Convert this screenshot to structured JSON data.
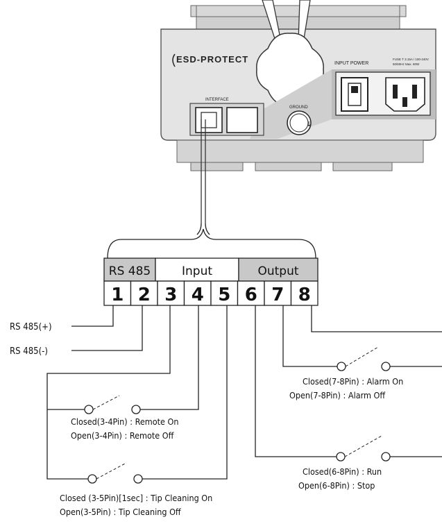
{
  "device": {
    "brand": "ESD-PROTECT",
    "input_power_label": "INPUT POWER",
    "power_spec_line1": "FUSE T 3.15A / 100-240V",
    "power_spec_line2": "50/60Hz Max. 80W",
    "interface_label": "INTERFACE",
    "ground_label": "GROUND"
  },
  "terminal": {
    "groups": [
      "RS 485",
      "Input",
      "Output"
    ],
    "pins": [
      "1",
      "2",
      "3",
      "4",
      "5",
      "6",
      "7",
      "8"
    ]
  },
  "wiring": {
    "rs485_plus": "RS 485(+)",
    "rs485_minus": "RS 485(-)",
    "remote_closed": "Closed(3-4Pin) : Remote On",
    "remote_open": "Open(3-4Pin) : Remote Off",
    "tip_closed": "Closed  (3-5Pin)[1sec] : Tip Cleaning On",
    "tip_open": "Open(3-5Pin) : Tip Cleaning Off",
    "alarm_closed": "Closed(7-8Pin) : Alarm On",
    "alarm_open": "Open(7-8Pin) : Alarm Off",
    "run_closed": "Closed(6-8Pin) : Run",
    "run_open": "Open(6-8Pin) : Stop"
  },
  "colors": {
    "panel": "#e4e4e4",
    "panel_edge": "#555555",
    "header_fill": "#c8c8c8",
    "line": "#222222"
  }
}
